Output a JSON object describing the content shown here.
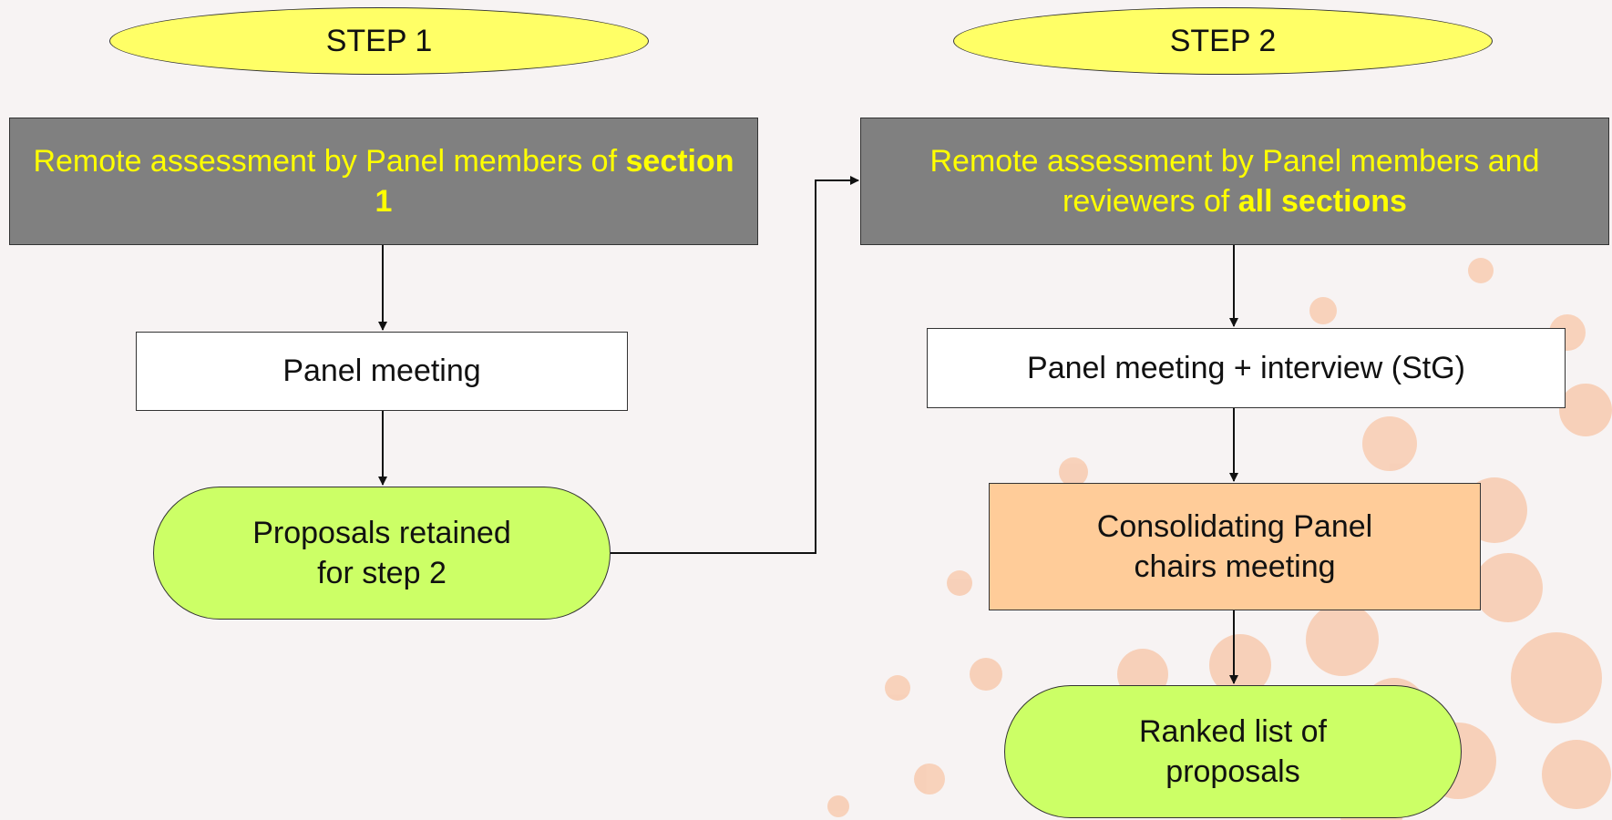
{
  "step1": {
    "label": "STEP 1",
    "remote_prefix": "Remote assessment by Panel members of ",
    "remote_bold": "section 1",
    "panel_meeting": "Panel meeting",
    "retained_line1": "Proposals retained",
    "retained_line2": "for step 2"
  },
  "step2": {
    "label": "STEP 2",
    "remote_prefix": "Remote assessment by Panel members and reviewers of ",
    "remote_bold": "all sections",
    "panel_meeting": "Panel meeting + interview (StG)",
    "consolidating_line1": "Consolidating Panel",
    "consolidating_line2": "chairs meeting",
    "ranked_line1": "Ranked list of",
    "ranked_line2": "proposals"
  },
  "colors": {
    "background": "#f7f3f3",
    "step_pill": "#ffff66",
    "grey_box": "#808080",
    "grey_box_text": "#ffff00",
    "green_pill": "#ccff66",
    "peach_box": "#ffcc99",
    "dots": "#f8cbb0"
  }
}
